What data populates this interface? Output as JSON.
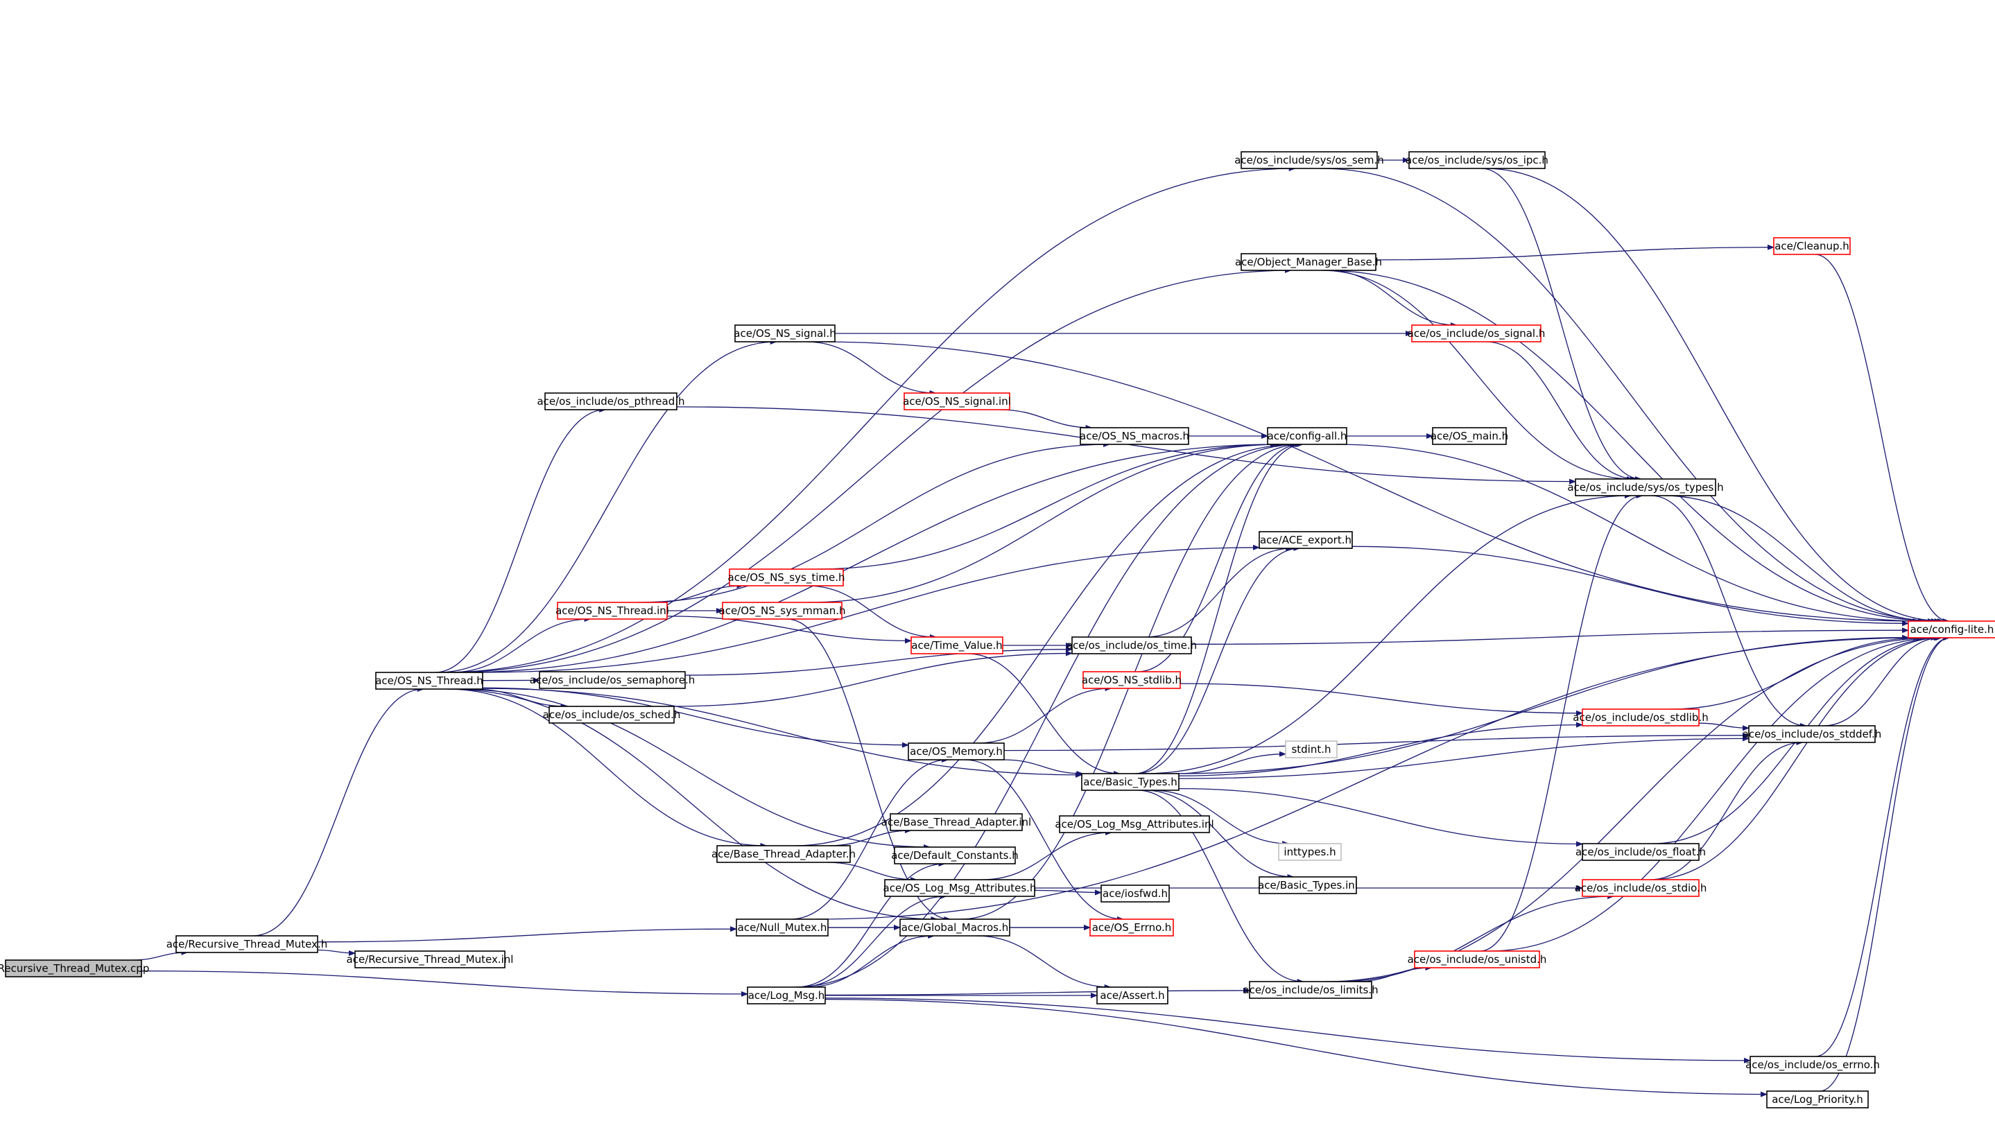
{
  "colors": {
    "edge": "#191970",
    "node_border": "#000000",
    "incomplete_border": "#ff0000",
    "external_border": "#bfbfbf",
    "root_fill": "#bfbfbf",
    "node_fill": "#ffffff"
  },
  "nodes": [
    {
      "id": "root",
      "label": "Recursive_Thread_Mutex.cpp",
      "kind": "root"
    },
    {
      "id": "rtm_h",
      "label": "ace/Recursive_Thread_Mutex.h",
      "kind": "normal"
    },
    {
      "id": "rtm_inl",
      "label": "ace/Recursive_Thread_Mutex.inl",
      "kind": "normal"
    },
    {
      "id": "os_ns_thread_h",
      "label": "ace/OS_NS_Thread.h",
      "kind": "normal"
    },
    {
      "id": "null_mutex",
      "label": "ace/Null_Mutex.h",
      "kind": "normal"
    },
    {
      "id": "log_msg",
      "label": "ace/Log_Msg.h",
      "kind": "normal"
    },
    {
      "id": "os_sem",
      "label": "ace/os_include/sys/os_sem.h",
      "kind": "normal"
    },
    {
      "id": "os_ipc",
      "label": "ace/os_include/sys/os_ipc.h",
      "kind": "normal"
    },
    {
      "id": "obj_mgr",
      "label": "ace/Object_Manager_Base.h",
      "kind": "normal"
    },
    {
      "id": "cleanup",
      "label": "ace/Cleanup.h",
      "kind": "incomplete"
    },
    {
      "id": "os_ns_signal_h",
      "label": "ace/OS_NS_signal.h",
      "kind": "normal"
    },
    {
      "id": "os_signal",
      "label": "ace/os_include/os_signal.h",
      "kind": "incomplete"
    },
    {
      "id": "os_pthread",
      "label": "ace/os_include/os_pthread.h",
      "kind": "normal"
    },
    {
      "id": "os_ns_signal_inl",
      "label": "ace/OS_NS_signal.inl",
      "kind": "incomplete"
    },
    {
      "id": "os_ns_macros",
      "label": "ace/OS_NS_macros.h",
      "kind": "normal"
    },
    {
      "id": "config_all",
      "label": "ace/config-all.h",
      "kind": "normal"
    },
    {
      "id": "os_main",
      "label": "ace/OS_main.h",
      "kind": "normal"
    },
    {
      "id": "os_types",
      "label": "ace/os_include/sys/os_types.h",
      "kind": "normal"
    },
    {
      "id": "ace_export",
      "label": "ace/ACE_export.h",
      "kind": "normal"
    },
    {
      "id": "os_ns_sys_time",
      "label": "ace/OS_NS_sys_time.h",
      "kind": "incomplete"
    },
    {
      "id": "os_ns_thread_inl",
      "label": "ace/OS_NS_Thread.inl",
      "kind": "incomplete"
    },
    {
      "id": "os_ns_sys_mman",
      "label": "ace/OS_NS_sys_mman.h",
      "kind": "incomplete"
    },
    {
      "id": "time_value",
      "label": "ace/Time_Value.h",
      "kind": "incomplete"
    },
    {
      "id": "os_time",
      "label": "ace/os_include/os_time.h",
      "kind": "normal"
    },
    {
      "id": "config_lite",
      "label": "ace/config-lite.h",
      "kind": "incomplete"
    },
    {
      "id": "os_semaphore",
      "label": "ace/os_include/os_semaphore.h",
      "kind": "normal"
    },
    {
      "id": "os_ns_stdlib",
      "label": "ace/OS_NS_stdlib.h",
      "kind": "incomplete"
    },
    {
      "id": "os_stdlib",
      "label": "ace/os_include/os_stdlib.h",
      "kind": "incomplete"
    },
    {
      "id": "os_sched",
      "label": "ace/os_include/os_sched.h",
      "kind": "normal"
    },
    {
      "id": "os_stddef",
      "label": "ace/os_include/os_stddef.h",
      "kind": "normal"
    },
    {
      "id": "os_memory",
      "label": "ace/OS_Memory.h",
      "kind": "normal"
    },
    {
      "id": "stdint",
      "label": "stdint.h",
      "kind": "external"
    },
    {
      "id": "basic_types",
      "label": "ace/Basic_Types.h",
      "kind": "normal"
    },
    {
      "id": "bta_inl",
      "label": "ace/Base_Thread_Adapter.inl",
      "kind": "normal"
    },
    {
      "id": "os_log_msg_attr_inl",
      "label": "ace/OS_Log_Msg_Attributes.inl",
      "kind": "normal"
    },
    {
      "id": "bta_h",
      "label": "ace/Base_Thread_Adapter.h",
      "kind": "normal"
    },
    {
      "id": "default_constants",
      "label": "ace/Default_Constants.h",
      "kind": "normal"
    },
    {
      "id": "inttypes",
      "label": "inttypes.h",
      "kind": "external"
    },
    {
      "id": "os_float",
      "label": "ace/os_include/os_float.h",
      "kind": "normal"
    },
    {
      "id": "basic_types_inl",
      "label": "ace/Basic_Types.inl",
      "kind": "normal"
    },
    {
      "id": "os_log_msg_attr_h",
      "label": "ace/OS_Log_Msg_Attributes.h",
      "kind": "normal"
    },
    {
      "id": "iosfwd",
      "label": "ace/iosfwd.h",
      "kind": "normal"
    },
    {
      "id": "os_stdio",
      "label": "ace/os_include/os_stdio.h",
      "kind": "incomplete"
    },
    {
      "id": "global_macros",
      "label": "ace/Global_Macros.h",
      "kind": "normal"
    },
    {
      "id": "os_errno_h",
      "label": "ace/OS_Errno.h",
      "kind": "incomplete"
    },
    {
      "id": "os_unistd",
      "label": "ace/os_include/os_unistd.h",
      "kind": "incomplete"
    },
    {
      "id": "os_limits",
      "label": "ace/os_include/os_limits.h",
      "kind": "normal"
    },
    {
      "id": "assert",
      "label": "ace/Assert.h",
      "kind": "normal"
    },
    {
      "id": "os_errno",
      "label": "ace/os_include/os_errno.h",
      "kind": "normal"
    },
    {
      "id": "log_priority",
      "label": "ace/Log_Priority.h",
      "kind": "normal"
    }
  ],
  "edges": [
    [
      "root",
      "rtm_h"
    ],
    [
      "root",
      "log_msg"
    ],
    [
      "rtm_h",
      "rtm_inl"
    ],
    [
      "rtm_h",
      "os_ns_thread_h"
    ],
    [
      "rtm_h",
      "null_mutex"
    ],
    [
      "os_ns_thread_h",
      "os_sem"
    ],
    [
      "os_ns_thread_h",
      "obj_mgr"
    ],
    [
      "os_ns_thread_h",
      "os_ns_signal_h"
    ],
    [
      "os_ns_thread_h",
      "os_pthread"
    ],
    [
      "os_ns_thread_h",
      "config_all"
    ],
    [
      "os_ns_thread_h",
      "ace_export"
    ],
    [
      "os_ns_thread_h",
      "os_ns_thread_inl"
    ],
    [
      "os_ns_thread_h",
      "os_semaphore"
    ],
    [
      "os_ns_thread_h",
      "os_sched"
    ],
    [
      "os_ns_thread_h",
      "os_memory"
    ],
    [
      "os_ns_thread_h",
      "basic_types"
    ],
    [
      "os_ns_thread_h",
      "bta_h"
    ],
    [
      "os_ns_thread_h",
      "default_constants"
    ],
    [
      "os_ns_thread_h",
      "global_macros"
    ],
    [
      "os_sem",
      "os_ipc"
    ],
    [
      "os_sem",
      "config_lite"
    ],
    [
      "os_ipc",
      "os_types"
    ],
    [
      "os_ipc",
      "config_lite"
    ],
    [
      "obj_mgr",
      "cleanup"
    ],
    [
      "obj_mgr",
      "os_signal"
    ],
    [
      "obj_mgr",
      "os_types"
    ],
    [
      "obj_mgr",
      "config_lite"
    ],
    [
      "cleanup",
      "config_lite"
    ],
    [
      "os_ns_signal_h",
      "os_ns_signal_inl"
    ],
    [
      "os_ns_signal_h",
      "os_signal"
    ],
    [
      "os_ns_signal_h",
      "config_lite"
    ],
    [
      "os_signal",
      "os_types"
    ],
    [
      "os_pthread",
      "os_types"
    ],
    [
      "os_ns_signal_inl",
      "os_ns_macros"
    ],
    [
      "os_ns_macros",
      "config_all"
    ],
    [
      "config_all",
      "os_main"
    ],
    [
      "config_all",
      "config_lite"
    ],
    [
      "os_types",
      "os_stddef"
    ],
    [
      "os_types",
      "config_lite"
    ],
    [
      "ace_export",
      "config_lite"
    ],
    [
      "os_ns_thread_inl",
      "os_ns_sys_time"
    ],
    [
      "os_ns_thread_inl",
      "os_ns_sys_mman"
    ],
    [
      "os_ns_thread_inl",
      "time_value"
    ],
    [
      "os_ns_thread_inl",
      "os_ns_macros"
    ],
    [
      "os_ns_sys_time",
      "time_value"
    ],
    [
      "os_ns_sys_time",
      "config_all"
    ],
    [
      "os_ns_sys_mman",
      "config_all"
    ],
    [
      "os_ns_sys_mman",
      "global_macros"
    ],
    [
      "time_value",
      "os_time"
    ],
    [
      "time_value",
      "basic_types"
    ],
    [
      "os_time",
      "config_lite"
    ],
    [
      "os_time",
      "ace_export"
    ],
    [
      "os_semaphore",
      "os_time"
    ],
    [
      "os_sched",
      "os_time"
    ],
    [
      "os_ns_stdlib",
      "os_stdlib"
    ],
    [
      "os_ns_stdlib",
      "config_all"
    ],
    [
      "os_stdlib",
      "os_stddef"
    ],
    [
      "os_stdlib",
      "config_lite"
    ],
    [
      "os_stddef",
      "config_lite"
    ],
    [
      "os_memory",
      "os_ns_stdlib"
    ],
    [
      "os_memory",
      "basic_types"
    ],
    [
      "os_memory",
      "os_stddef"
    ],
    [
      "os_memory",
      "os_errno_h"
    ],
    [
      "basic_types",
      "stdint"
    ],
    [
      "basic_types",
      "inttypes"
    ],
    [
      "basic_types",
      "basic_types_inl"
    ],
    [
      "basic_types",
      "os_stdlib"
    ],
    [
      "basic_types",
      "os_stddef"
    ],
    [
      "basic_types",
      "os_types"
    ],
    [
      "basic_types",
      "config_lite"
    ],
    [
      "basic_types",
      "config_all"
    ],
    [
      "basic_types",
      "os_float"
    ],
    [
      "basic_types",
      "os_limits"
    ],
    [
      "basic_types",
      "ace_export"
    ],
    [
      "bta_h",
      "bta_inl"
    ],
    [
      "bta_h",
      "os_log_msg_attr_h"
    ],
    [
      "bta_h",
      "config_all"
    ],
    [
      "os_log_msg_attr_h",
      "os_log_msg_attr_inl"
    ],
    [
      "os_log_msg_attr_h",
      "iosfwd"
    ],
    [
      "os_log_msg_attr_h",
      "os_stdio"
    ],
    [
      "os_float",
      "config_lite"
    ],
    [
      "os_stdio",
      "config_lite"
    ],
    [
      "os_stdio",
      "os_stddef"
    ],
    [
      "null_mutex",
      "global_macros"
    ],
    [
      "null_mutex",
      "os_errno_h"
    ],
    [
      "null_mutex",
      "os_memory"
    ],
    [
      "null_mutex",
      "config_lite"
    ],
    [
      "global_macros",
      "os_errno_h"
    ],
    [
      "global_macros",
      "assert"
    ],
    [
      "global_macros",
      "config_all"
    ],
    [
      "log_msg",
      "global_macros"
    ],
    [
      "log_msg",
      "default_constants"
    ],
    [
      "log_msg",
      "log_priority"
    ],
    [
      "log_msg",
      "os_limits"
    ],
    [
      "log_msg",
      "os_errno"
    ],
    [
      "log_msg",
      "assert"
    ],
    [
      "log_msg",
      "os_log_msg_attr_h"
    ],
    [
      "log_msg",
      "config_all"
    ],
    [
      "os_limits",
      "os_unistd"
    ],
    [
      "os_limits",
      "os_stdio"
    ],
    [
      "os_limits",
      "config_lite"
    ],
    [
      "os_unistd",
      "os_types"
    ],
    [
      "os_unistd",
      "config_lite"
    ],
    [
      "os_errno",
      "config_lite"
    ],
    [
      "log_priority",
      "config_lite"
    ]
  ]
}
